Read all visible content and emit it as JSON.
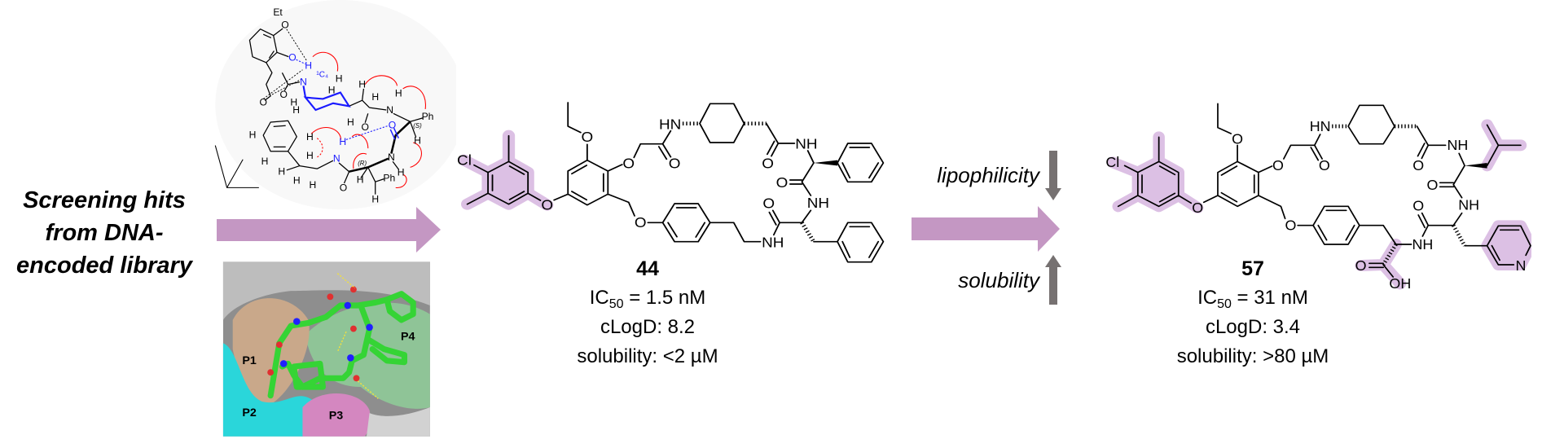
{
  "left_caption": {
    "lines": [
      "Screening hits",
      "from DNA-",
      "encoded library"
    ]
  },
  "conformation_figure": {
    "labels": {
      "et": "Et",
      "ph": "Ph",
      "ring_conformation": "¹C₄",
      "s_config": "(S)",
      "r_config": "(R)",
      "h": "H",
      "o": "O",
      "n": "N"
    }
  },
  "binding_pose_figure": {
    "pockets": [
      "P1",
      "P2",
      "P3",
      "P4"
    ]
  },
  "atoms": {
    "cl": "Cl",
    "o": "O",
    "hn": "HN",
    "nh": "NH",
    "oh": "OH",
    "n": "N"
  },
  "compound_44": {
    "id": "44",
    "ic50_prefix": "IC",
    "ic50_sub": "50",
    "ic50_value": " = 1.5 nM",
    "clogd": "cLogD: 8.2",
    "solubility": "solubility: <2 µM"
  },
  "compound_57": {
    "id": "57",
    "ic50_prefix": "IC",
    "ic50_sub": "50",
    "ic50_value": " = 31 nM",
    "clogd": "cLogD: 3.4",
    "solubility": "solubility: >80 µM"
  },
  "optimization": {
    "decrease_label": "lipophilicity",
    "increase_label": "solubility"
  },
  "colors": {
    "arrow": "#c497c3",
    "highlight": "#dcc0e4",
    "trend_arrow": "#767171",
    "hbond_blue": "#1a1aff",
    "noe_red": "#ff0000"
  }
}
